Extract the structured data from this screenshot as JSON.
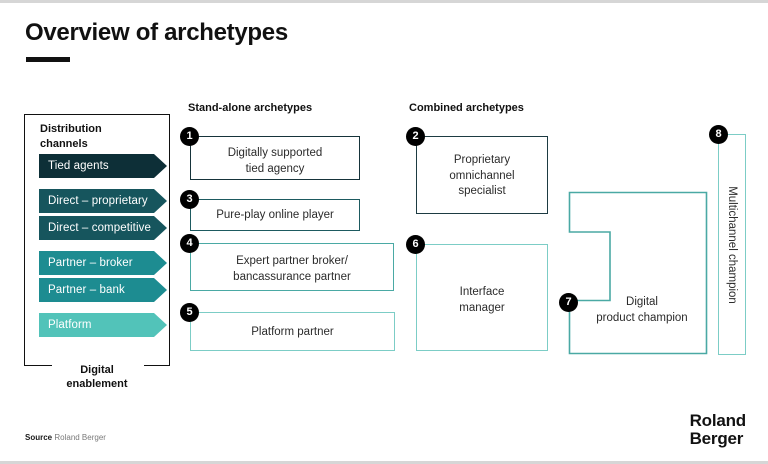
{
  "header": {
    "title": "Overview of archetypes"
  },
  "sections": {
    "standalone_label": "Stand-alone archetypes",
    "combined_label": "Combined archetypes"
  },
  "distribution_panel": {
    "title": "Distribution\nchannels",
    "title_line1": "Distribution",
    "title_line2": "channels",
    "footer_line1": "Digital",
    "footer_line2": "enablement",
    "channels": [
      {
        "label": "Tied agents",
        "color": "#0d2f37"
      },
      {
        "label": "Direct – proprietary",
        "color": "#16555d"
      },
      {
        "label": "Direct – competitive",
        "color": "#16555d"
      },
      {
        "label": "Partner – broker",
        "color": "#1d8c91"
      },
      {
        "label": "Partner – bank",
        "color": "#1d8c91"
      },
      {
        "label": "Platform",
        "color": "#52c3b9"
      }
    ]
  },
  "archetypes": {
    "standalone": [
      {
        "number": "1",
        "line1": "Digitally supported",
        "line2": "tied agency",
        "border": "#16333a"
      },
      {
        "number": "3",
        "line1": "Pure-play online player",
        "line2": "",
        "border": "#1d5a60"
      },
      {
        "number": "4",
        "line1": "Expert partner broker/",
        "line2": "bancassurance partner",
        "border": "#4aa9a4"
      },
      {
        "number": "5",
        "line1": "Platform partner",
        "line2": "",
        "border": "#7ccdc6"
      }
    ],
    "combined": [
      {
        "number": "2",
        "line1": "Proprietary",
        "line2": "omnichannel",
        "line3": "specialist",
        "border": "#1d3b42"
      },
      {
        "number": "6",
        "line1": "Interface",
        "line2": "manager",
        "line3": "",
        "border": "#7ccdc6"
      },
      {
        "number": "7",
        "line1": "Digital",
        "line2": "product champion",
        "line3": "",
        "border": "#4aa9a4"
      },
      {
        "number": "8",
        "line1": "Multichannel champion",
        "line2": "",
        "line3": "",
        "border": "#7ccdc6"
      }
    ]
  },
  "footer": {
    "source_label": "Source",
    "source_value": "Roland Berger",
    "logo_line1": "Roland",
    "logo_line2": "Berger"
  }
}
